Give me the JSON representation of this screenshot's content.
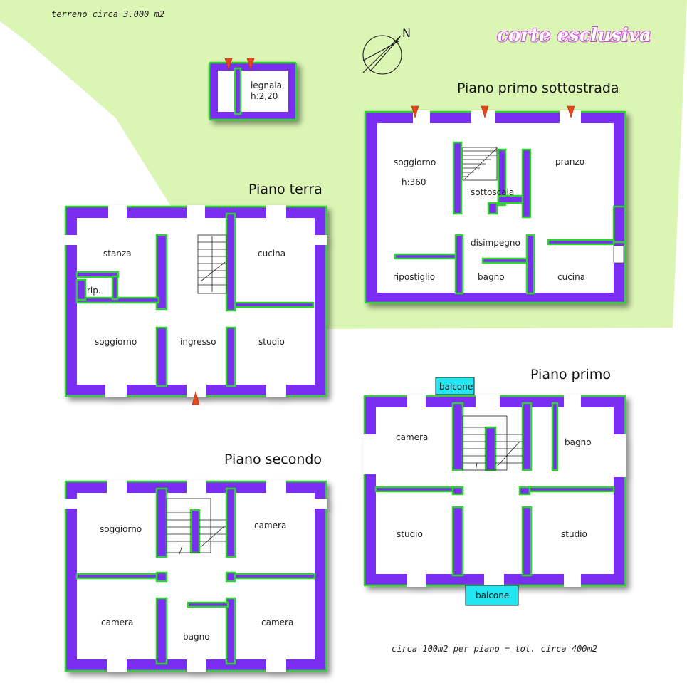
{
  "labels": {
    "terrain": "terreno circa 3.000 m2",
    "corte": "corte esclusiva",
    "north": "N",
    "total": "circa 100m2 per piano = tot. circa 400m2"
  },
  "plans": {
    "legnaia": {
      "name": "legnaia",
      "height": "h:2,20"
    },
    "sottostrada": {
      "title": "Piano primo sottostrada",
      "rooms": {
        "soggiorno": "soggiorno",
        "soggiorno_h": "h:360",
        "sottoscala": "sottoscala",
        "pranzo": "pranzo",
        "disimpegno": "disimpegno",
        "ripostiglio": "ripostiglio",
        "bagno": "bagno",
        "cucina": "cucina"
      }
    },
    "terra": {
      "title": "Piano terra",
      "rooms": {
        "stanza": "stanza",
        "rip": "rip.",
        "cucina": "cucina",
        "soggiorno": "soggiorno",
        "ingresso": "ingresso",
        "studio": "studio"
      }
    },
    "primo": {
      "title": "Piano primo",
      "balcone_top": "balcone",
      "balcone_bottom": "balcone",
      "rooms": {
        "camera": "camera",
        "bagno": "bagno",
        "studio_left": "studio",
        "studio_right": "studio"
      }
    },
    "secondo": {
      "title": "Piano secondo",
      "rooms": {
        "soggiorno": "soggiorno",
        "camera_tr": "camera",
        "camera_bl": "camera",
        "bagno": "bagno",
        "camera_br": "camera"
      }
    }
  },
  "colors": {
    "wall_fill": "#7a2ff2",
    "wall_outline": "#2fd42f",
    "garden": "#daf5b4",
    "entrance_arrow": "#e8461d",
    "balcony": "#22e6f2",
    "corte_text": "#c640d8"
  }
}
